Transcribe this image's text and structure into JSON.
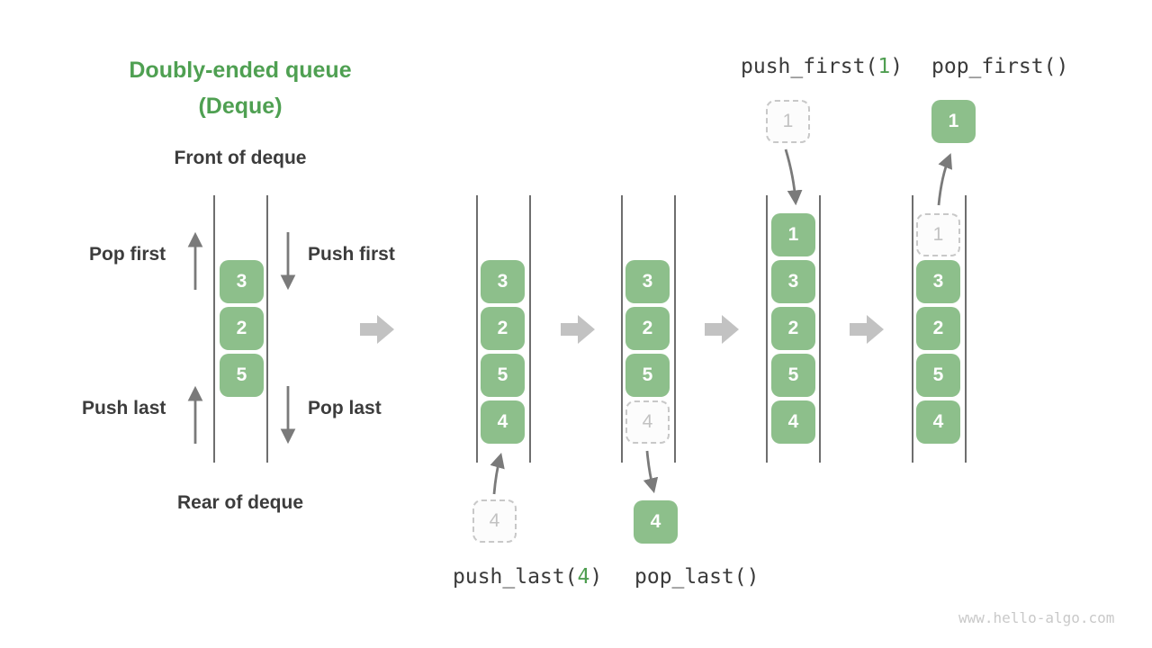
{
  "title": {
    "line1": "Doubly-ended queue",
    "line2": "(Deque)"
  },
  "labels": {
    "front": "Front of deque",
    "rear": "Rear of deque",
    "pop_first": "Pop first",
    "push_first": "Push first",
    "push_last": "Push last",
    "pop_last": "Pop last"
  },
  "code": {
    "push_first_pre": "push_first(",
    "push_first_arg": "1",
    "push_first_post": ")",
    "pop_first": "pop_first()",
    "push_last_pre": "push_last(",
    "push_last_arg": "4",
    "push_last_post": ")",
    "pop_last": "pop_last()"
  },
  "watermark": "www.hello-algo.com",
  "colors": {
    "title_green": "#4fa052",
    "cell_green": "#8dbf8b",
    "code_arg_green": "#4f9e51",
    "dark_text": "#3c3c3c",
    "wall_gray": "#6e6e6e",
    "ghost_border": "#c8c8c8",
    "ghost_text": "#c2c2c2",
    "small_arrow_gray": "#7a7a7a",
    "big_arrow_gray": "#c2c2c2",
    "watermark_gray": "#c9c9c9"
  },
  "columns": [
    {
      "name": "initial",
      "cells": [
        {
          "slot": 1,
          "v": "3"
        },
        {
          "slot": 2,
          "v": "2"
        },
        {
          "slot": 3,
          "v": "5"
        }
      ]
    },
    {
      "name": "push-last-staged",
      "cells": [
        {
          "slot": 1,
          "v": "3"
        },
        {
          "slot": 2,
          "v": "2"
        },
        {
          "slot": 3,
          "v": "5"
        },
        {
          "slot": 4,
          "v": "4"
        }
      ],
      "staged": {
        "v": "4"
      }
    },
    {
      "name": "pop-last-result",
      "cells": [
        {
          "slot": 1,
          "v": "3"
        },
        {
          "slot": 2,
          "v": "2"
        },
        {
          "slot": 3,
          "v": "5"
        },
        {
          "slot": 4,
          "v": "4",
          "ghost": true
        }
      ],
      "result": {
        "v": "4"
      }
    },
    {
      "name": "push-first-result",
      "cells": [
        {
          "slot": 0,
          "v": "1"
        },
        {
          "slot": 1,
          "v": "3"
        },
        {
          "slot": 2,
          "v": "2"
        },
        {
          "slot": 3,
          "v": "5"
        },
        {
          "slot": 4,
          "v": "4"
        }
      ],
      "staged": {
        "v": "1"
      }
    },
    {
      "name": "pop-first-result",
      "cells": [
        {
          "slot": 0,
          "v": "1",
          "ghost": true
        },
        {
          "slot": 1,
          "v": "3"
        },
        {
          "slot": 2,
          "v": "2"
        },
        {
          "slot": 3,
          "v": "5"
        },
        {
          "slot": 4,
          "v": "4"
        }
      ],
      "result": {
        "v": "1"
      }
    }
  ]
}
